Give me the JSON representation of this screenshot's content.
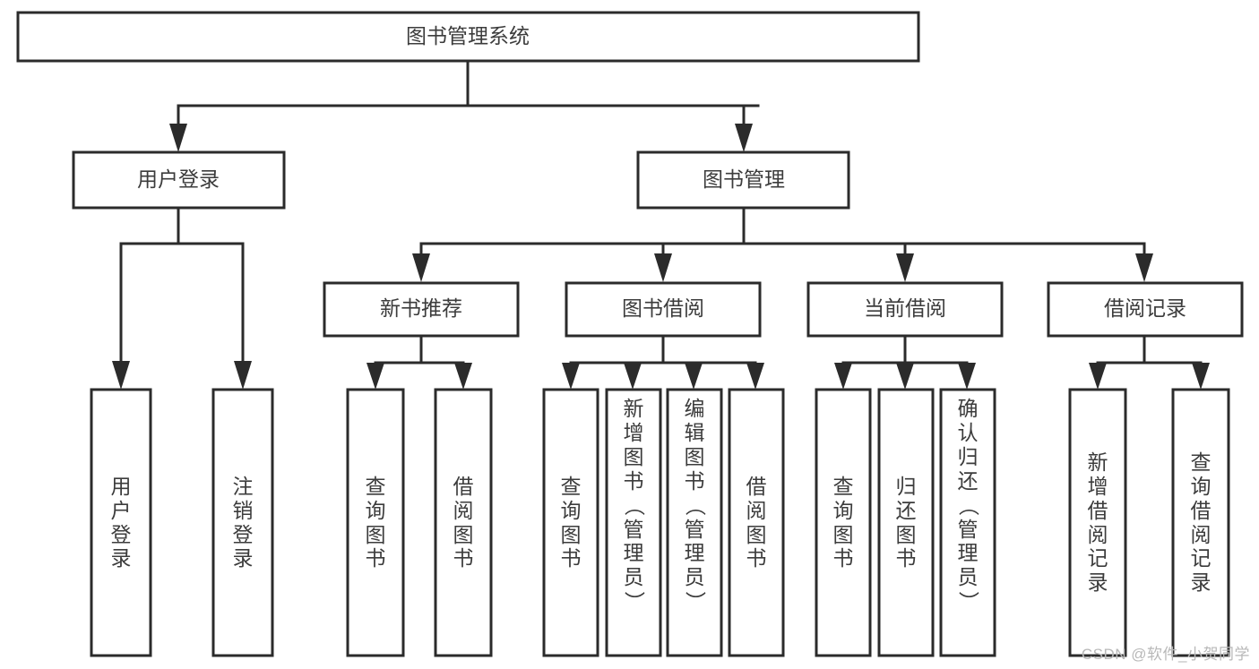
{
  "diagram": {
    "title": "图书管理系统",
    "watermark": "CSDN @软件_小贺同学",
    "colors": {
      "stroke": "#2b2b2b",
      "box_fill": "#ffffff",
      "text": "#3c3c3c",
      "background": "#ffffff",
      "watermark": "#b8b8b8"
    },
    "nodes": {
      "root": {
        "label": "图书管理系统"
      },
      "level2": [
        {
          "label": "用户登录"
        },
        {
          "label": "图书管理"
        }
      ],
      "level3": [
        {
          "label": "新书推荐"
        },
        {
          "label": "图书借阅"
        },
        {
          "label": "当前借阅"
        },
        {
          "label": "借阅记录"
        }
      ],
      "leaves": {
        "user_login": [
          {
            "label": "用户登录"
          },
          {
            "label": "注销登录"
          }
        ],
        "new_book_recommend": [
          {
            "label": "查询图书"
          },
          {
            "label": "借阅图书"
          }
        ],
        "book_borrow": [
          {
            "label": "查询图书"
          },
          {
            "label": "新增图书（管理员）"
          },
          {
            "label": "编辑图书（管理员）"
          },
          {
            "label": "借阅图书"
          }
        ],
        "current_borrow": [
          {
            "label": "查询图书"
          },
          {
            "label": "归还图书"
          },
          {
            "label": "确认归还（管理员）"
          }
        ],
        "borrow_record": [
          {
            "label": "新增借阅记录"
          },
          {
            "label": "查询借阅记录"
          }
        ]
      }
    }
  }
}
